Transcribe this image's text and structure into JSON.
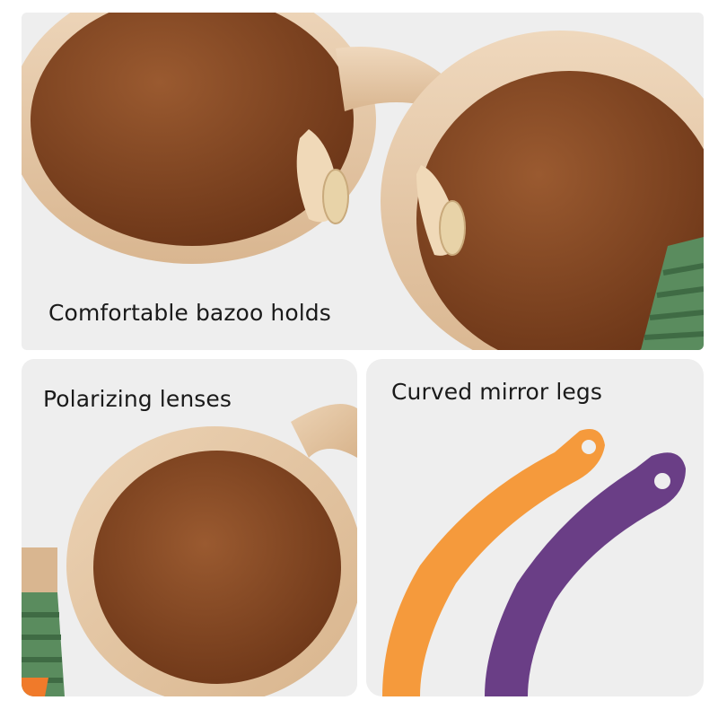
{
  "panels": {
    "top": {
      "caption": "Comfortable bazoo holds"
    },
    "bottom_left": {
      "caption": "Polarizing lenses"
    },
    "bottom_right": {
      "caption": "Curved mirror legs"
    }
  },
  "colors": {
    "background": "#eeeeee",
    "frame": "#e6c9a8",
    "lens": "#8a4a24",
    "temple_green": "#5a8c5e",
    "temple_orange": "#f59a3c",
    "temple_purple": "#6a3e86"
  }
}
